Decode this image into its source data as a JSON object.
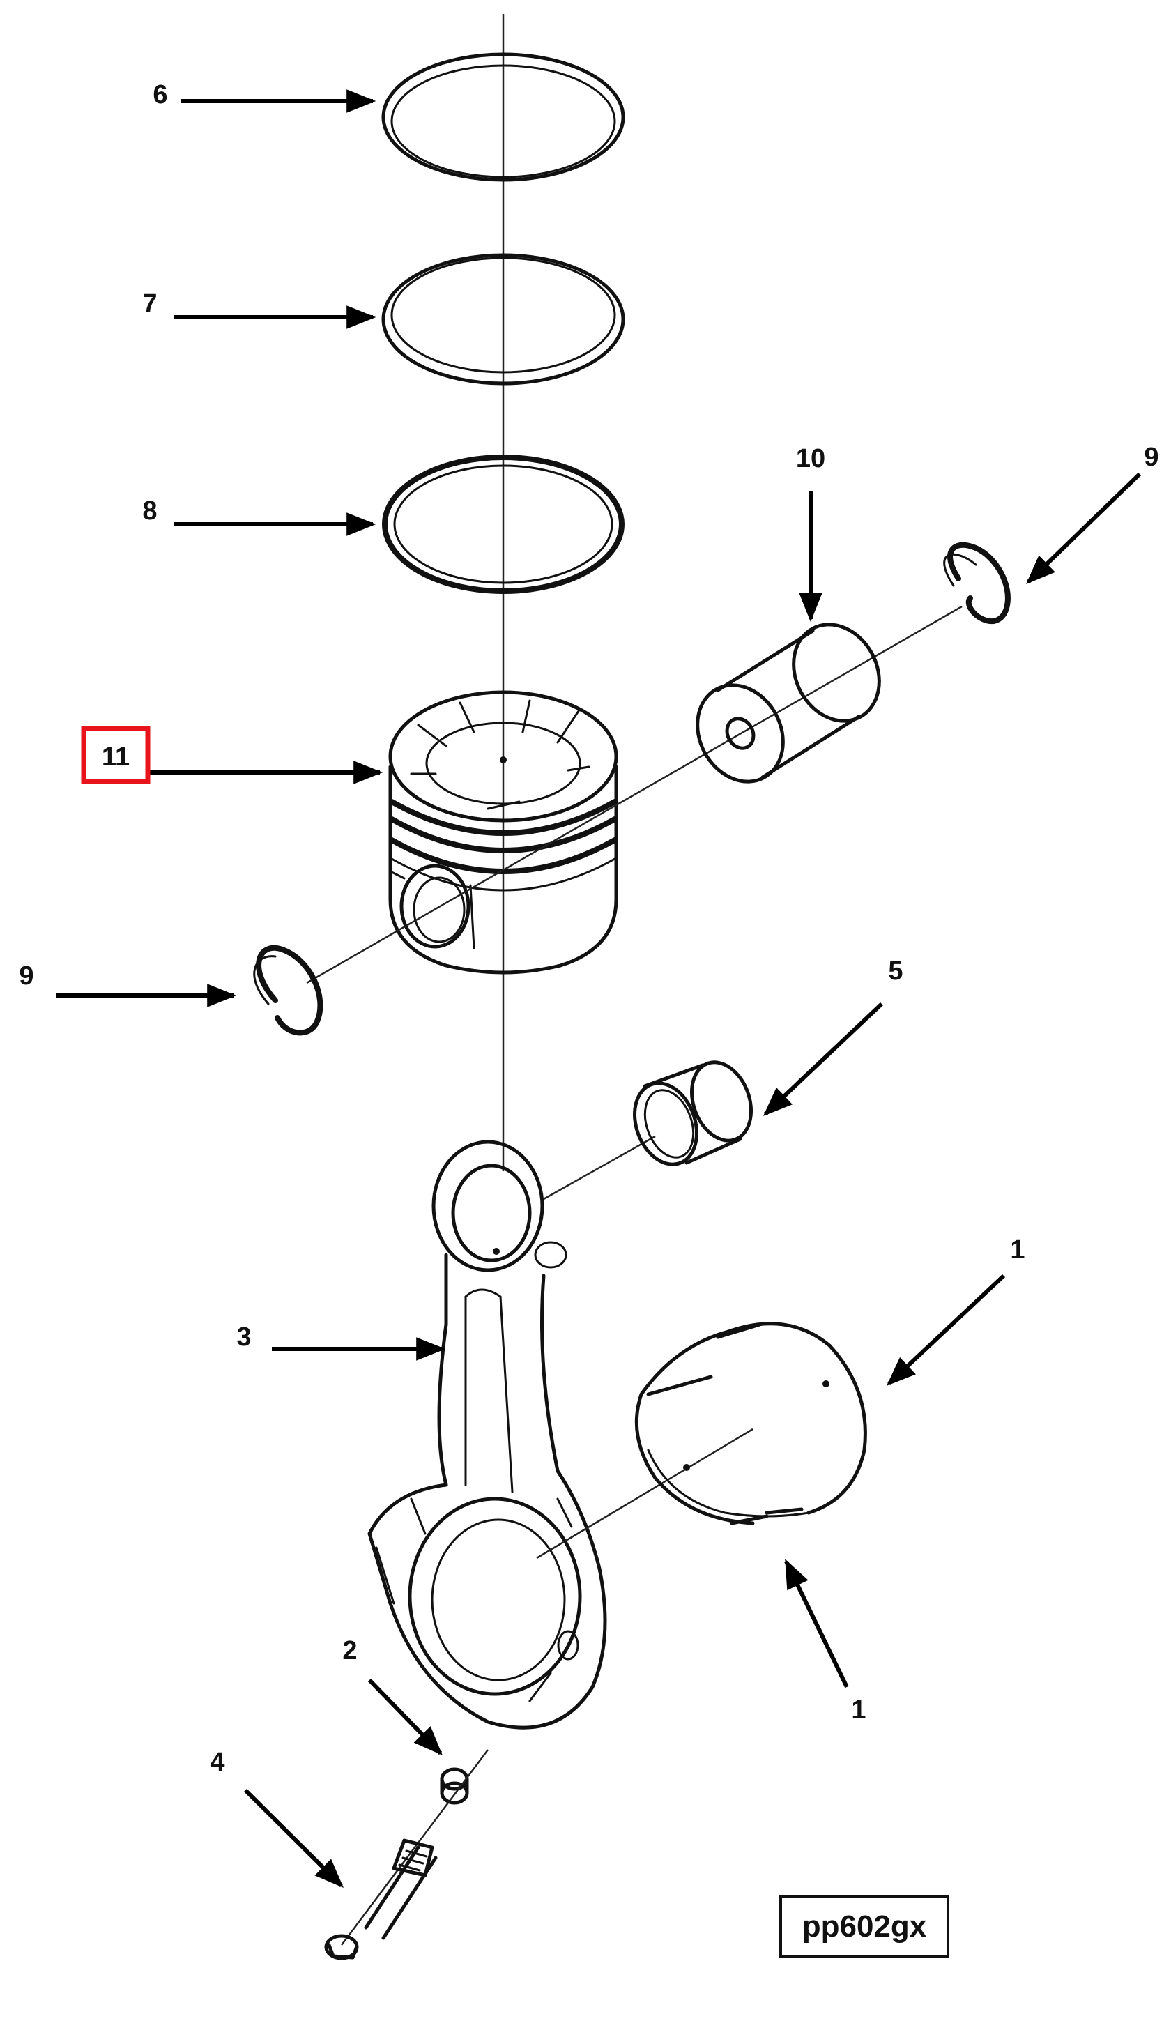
{
  "figure_id": "pp602gx",
  "highlight_color": "#e8141b",
  "callouts": {
    "ring_top": "6",
    "ring_second": "7",
    "ring_oil": "8",
    "piston": "11",
    "retaining_ring_left": "9",
    "retaining_ring_right": "9",
    "piston_pin": "10",
    "bushing": "5",
    "bearing_upper": "1",
    "bearing_lower": "1",
    "connecting_rod": "3",
    "dowel": "2",
    "capscrew": "4"
  },
  "highlighted_callout": "11"
}
